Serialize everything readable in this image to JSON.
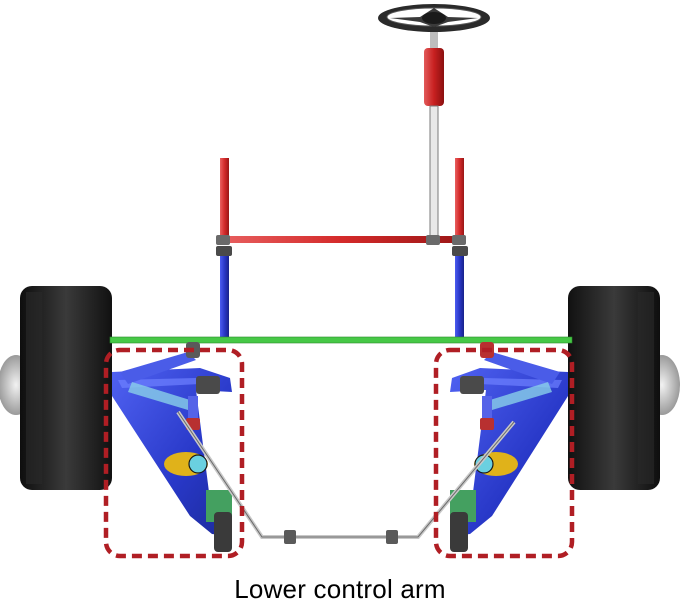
{
  "caption": "Lower control arm",
  "colors": {
    "tire": "#1c1c1c",
    "tie_rod": "#d23a3a",
    "strut": "#2a3bd8",
    "anti_roll_bar": "#46c846",
    "control_arm": "#3a4fe0",
    "highlight_dash": "#b01e24",
    "knuckle": "#e0b21a",
    "steering_link": "#bcbcbc"
  },
  "components": [
    "steering-wheel",
    "steering-column",
    "tie-rod-bar",
    "left-strut",
    "right-strut",
    "anti-roll-bar",
    "left-wheel",
    "right-wheel",
    "left-lower-control-arm",
    "right-lower-control-arm",
    "steering-linkage"
  ]
}
